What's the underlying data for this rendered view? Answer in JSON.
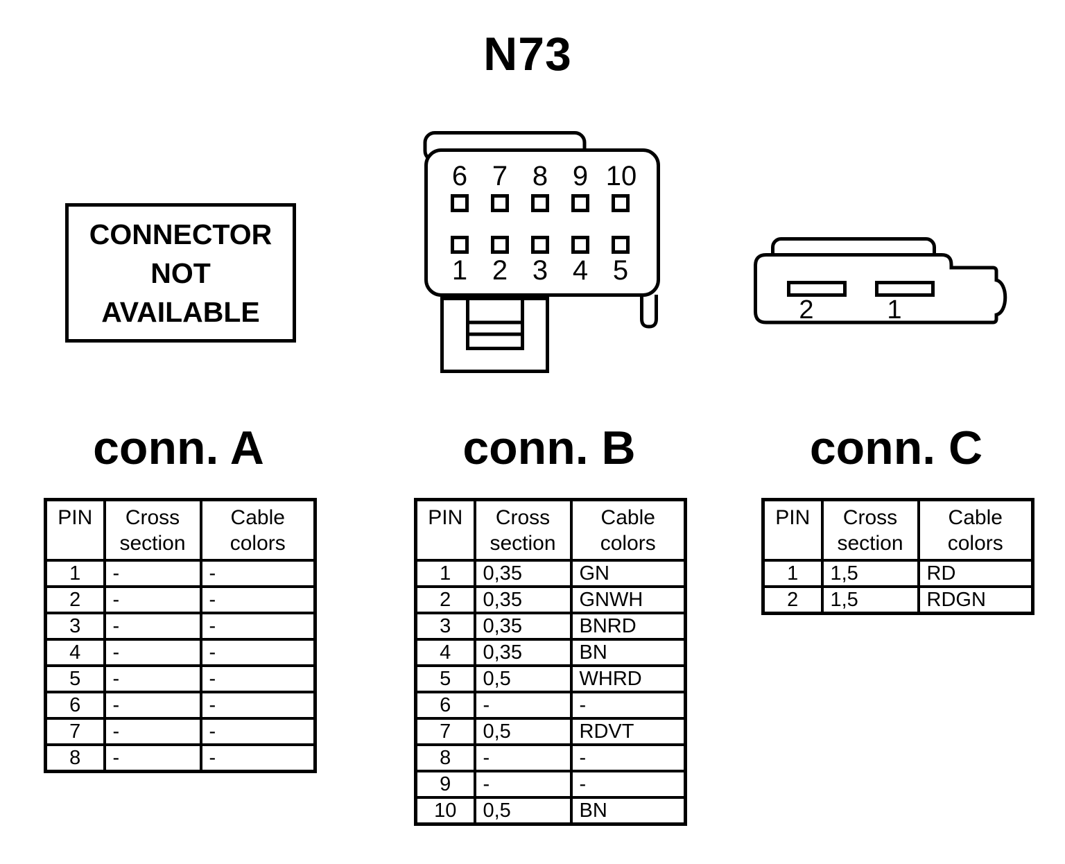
{
  "title": "N73",
  "notice": {
    "text": "CONNECTOR\nNOT\nAVAILABLE"
  },
  "conn_b_diagram": {
    "pins_top": [
      "6",
      "7",
      "8",
      "9",
      "10"
    ],
    "pins_bottom": [
      "1",
      "2",
      "3",
      "4",
      "5"
    ]
  },
  "conn_c_diagram": {
    "slots": [
      "2",
      "1"
    ]
  },
  "tables": {
    "headers": {
      "pin": "PIN",
      "cross": "Cross\nsection",
      "cable": "Cable\ncolors"
    },
    "a": {
      "title": "conn. A",
      "rows": [
        {
          "pin": "1",
          "cross": "-",
          "cable": "-"
        },
        {
          "pin": "2",
          "cross": "-",
          "cable": "-"
        },
        {
          "pin": "3",
          "cross": "-",
          "cable": "-"
        },
        {
          "pin": "4",
          "cross": "-",
          "cable": "-"
        },
        {
          "pin": "5",
          "cross": "-",
          "cable": "-"
        },
        {
          "pin": "6",
          "cross": "-",
          "cable": "-"
        },
        {
          "pin": "7",
          "cross": "-",
          "cable": "-"
        },
        {
          "pin": "8",
          "cross": "-",
          "cable": "-"
        }
      ]
    },
    "b": {
      "title": "conn. B",
      "rows": [
        {
          "pin": "1",
          "cross": "0,35",
          "cable": "GN"
        },
        {
          "pin": "2",
          "cross": "0,35",
          "cable": "GNWH"
        },
        {
          "pin": "3",
          "cross": "0,35",
          "cable": "BNRD"
        },
        {
          "pin": "4",
          "cross": "0,35",
          "cable": "BN"
        },
        {
          "pin": "5",
          "cross": "0,5",
          "cable": "WHRD"
        },
        {
          "pin": "6",
          "cross": "-",
          "cable": "-"
        },
        {
          "pin": "7",
          "cross": "0,5",
          "cable": "RDVT"
        },
        {
          "pin": "8",
          "cross": "-",
          "cable": "-"
        },
        {
          "pin": "9",
          "cross": "-",
          "cable": "-"
        },
        {
          "pin": "10",
          "cross": "0,5",
          "cable": "BN"
        }
      ]
    },
    "c": {
      "title": "conn. C",
      "rows": [
        {
          "pin": "1",
          "cross": "1,5",
          "cable": "RD"
        },
        {
          "pin": "2",
          "cross": "1,5",
          "cable": "RDGN"
        }
      ]
    }
  },
  "colors": {
    "ink": "#000000",
    "background": "#ffffff"
  }
}
